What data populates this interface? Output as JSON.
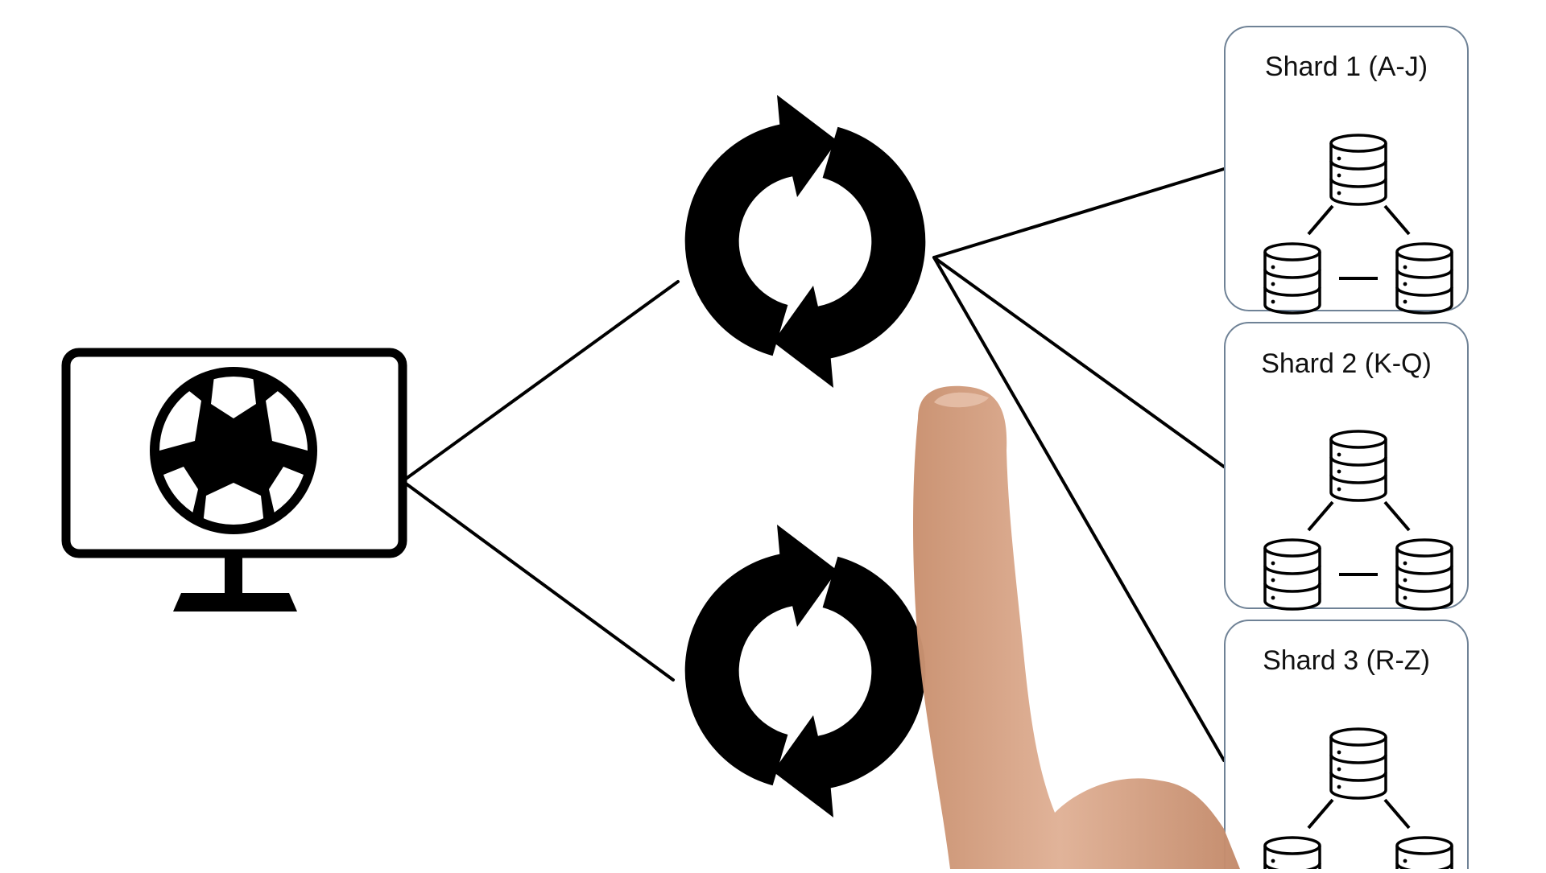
{
  "diagram": {
    "client": {
      "icon": "monitor-with-soccer-ball-icon"
    },
    "routers": [
      {
        "icon": "sync-arrows-icon"
      },
      {
        "icon": "sync-arrows-icon"
      }
    ],
    "shards": [
      {
        "title": "Shard 1 (A-J)",
        "icon": "database-replica-set-icon"
      },
      {
        "title": "Shard 2 (K-Q)",
        "icon": "database-replica-set-icon"
      },
      {
        "title": "Shard 3 (R-Z)",
        "icon": "database-replica-set-icon"
      }
    ],
    "overlay": {
      "icon": "pointing-hand"
    },
    "colors": {
      "ink": "#000000",
      "card_border": "#6f8296",
      "background": "#ffffff",
      "skin": "#d9a78a"
    }
  }
}
